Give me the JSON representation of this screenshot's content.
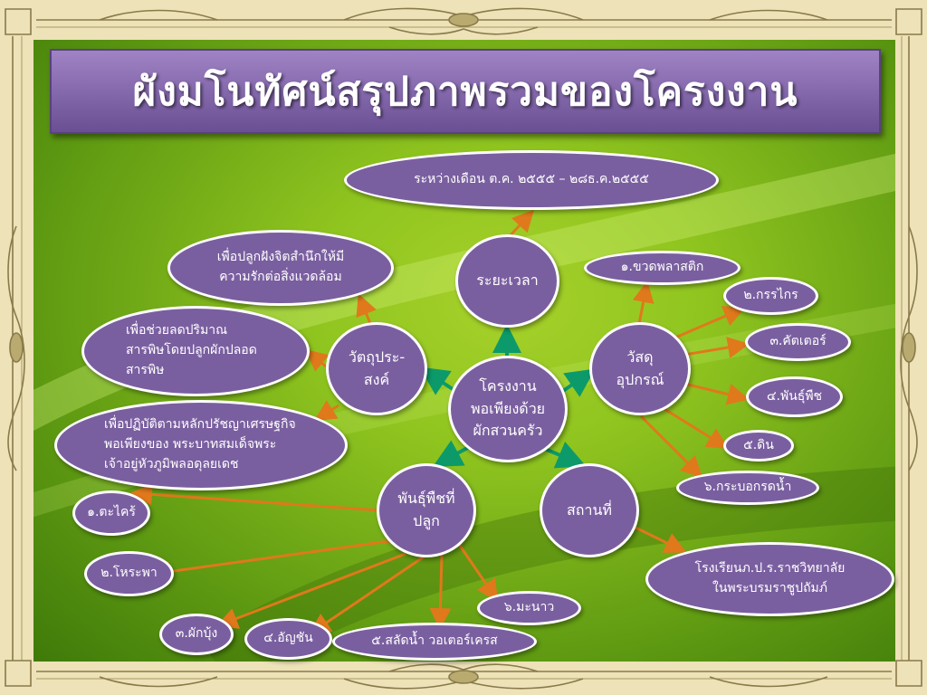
{
  "title": "ผังมโนทัศน์สรุปภาพรวมของโครงงาน",
  "colors": {
    "node_fill": "#7a5fa0",
    "node_border": "#ffffff",
    "arrow_primary": "#0c9a6a",
    "arrow_secondary": "#e0791b",
    "background": "#8fc41f",
    "title_bar": "#8a6db5"
  },
  "center": {
    "lines": [
      "โครงงาน",
      "พอเพียงด้วย",
      "ผักสวนครัว"
    ]
  },
  "duration": {
    "lines": [
      "ระยะเวลา"
    ],
    "detail": "ระหว่างเดือน ต.ค. ๒๕๕๕ – ๒๘ธ.ค.๒๕๕๕"
  },
  "objectives": {
    "lines": [
      "วัตถุประ-",
      "สงค์"
    ],
    "items": [
      {
        "lines": [
          "เพื่อปลูกฝังจิตสำนึกให้มี",
          "ความรักต่อสิ่งแวดล้อม"
        ]
      },
      {
        "lines": [
          "เพื่อช่วยลดปริมาณ",
          "สารพิษโดยปลูกผักปลอด",
          "สารพิษ"
        ]
      },
      {
        "lines": [
          "เพื่อปฏิบัติตามหลักปรัชญาเศรษฐกิจ",
          "พอเพียงของ พระบาทสมเด็จพระ",
          "เจ้าอยู่หัวภูมิพลอดุลยเดช"
        ]
      }
    ]
  },
  "materials": {
    "lines": [
      "วัสดุ",
      "อุปกรณ์"
    ],
    "items": [
      "๑.ขวดพลาสติก",
      "๒.กรรไกร",
      "๓.คัตเตอร์",
      "๔.พันธุ์พืช",
      "๕.ดิน",
      "๖.กระบอกรดน้ำ"
    ]
  },
  "place": {
    "lines": [
      "สถานที่"
    ],
    "detail": [
      "โรงเรียนภ.ป.ร.ราชวิทยาลัย",
      "ในพระบรมราชูปถัมภ์"
    ]
  },
  "plants": {
    "lines": [
      "พันธุ์พืชที่",
      "ปลูก"
    ],
    "items": [
      "๑.ตะไคร้",
      "๒.โหระพา",
      "๓.ผักบุ้ง",
      "๔.อัญชัน",
      "๕.สลัดน้ำ วอเตอร์เครส",
      "๖.มะนาว"
    ]
  }
}
